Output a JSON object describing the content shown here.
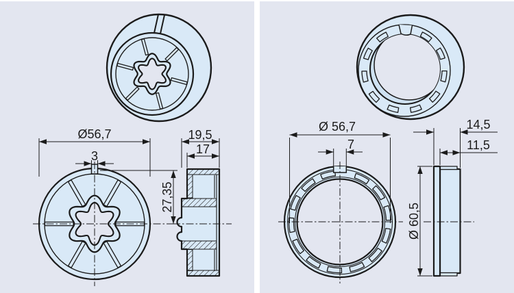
{
  "panels": {
    "left": {
      "dim_diameter": "Ø56,7",
      "dim_tab": "3",
      "dim_radius": "27,35",
      "dim_depth": "19,5",
      "dim_inner_depth": "17"
    },
    "right": {
      "dim_diameter": "Ø 56,7",
      "dim_notch": "7",
      "dim_flange": "Ø 60,5",
      "dim_depth": "14,5",
      "dim_inner_depth": "11,5"
    }
  },
  "colors": {
    "page_background": "#ffffff",
    "panel_background": "#e3e6f0",
    "part_fill": "#d9e9f7",
    "inner_wall": "#cfe2f2",
    "line": "#1b1b1b"
  }
}
